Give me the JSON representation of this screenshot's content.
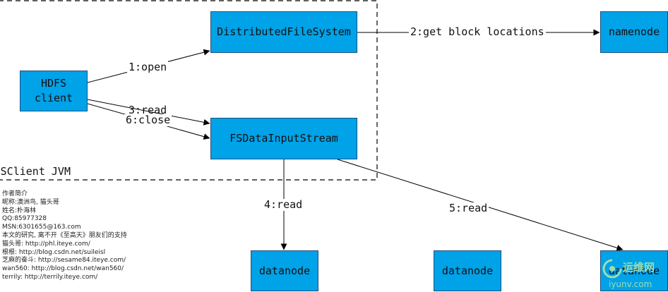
{
  "diagram": {
    "jvm_boundary_label": "DFSClient JVM",
    "nodes": {
      "hdfs_client": "HDFS\nclient",
      "distributed_fs": "DistributedFileSystem",
      "namenode": "namenode",
      "fsdata_stream": "FSDataInputStream",
      "datanode_1": "datanode",
      "datanode_2": "datanode",
      "datanode_3": "datanode"
    },
    "edges": {
      "open": "1:open",
      "get_block_locations": "2:get block locations",
      "read_stream": "3:read",
      "close": "6:close",
      "read_datanode_1": "4:read",
      "read_datanode_3": "5:read"
    }
  },
  "credits": [
    "作者简介",
    "昵称:澳洲鸟, 猫头哥",
    "姓名:朴海林",
    "QQ:85977328",
    "MSN:6301655@163.com",
    "本文的研究, 离不开《至高天》朋友们的支持",
    "猫头哥: http://phl.iteye.com/",
    "根根: http://blog.csdn.net/suileisl",
    "芝麻的奋斗: http://sesame84.iteye.com/",
    "wan560: http://blog.csdn.net/wan560/",
    "terrily: http://terrily.iteye.com/"
  ],
  "watermark": {
    "cn": "运维网",
    "en": "iyunv.com"
  }
}
